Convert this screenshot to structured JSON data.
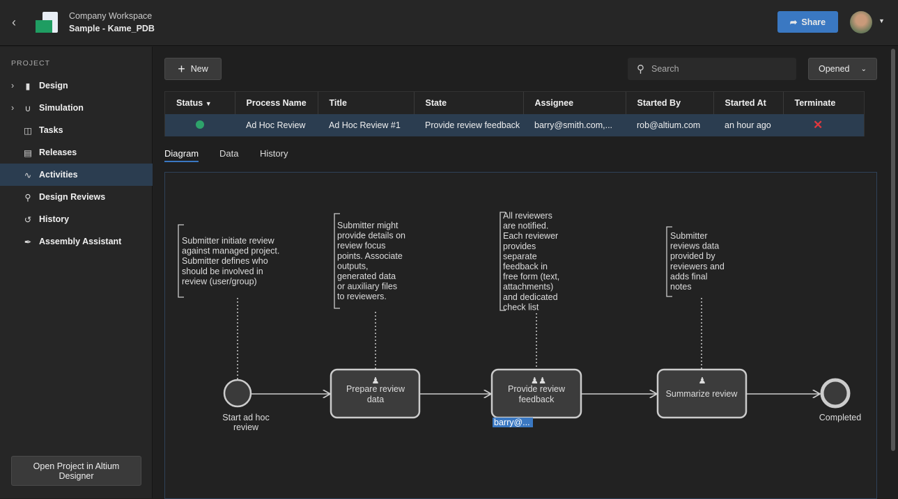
{
  "header": {
    "workspace": "Company Workspace",
    "project": "Sample - Kame_PDB",
    "share_label": "Share"
  },
  "sidebar": {
    "section": "PROJECT",
    "items": [
      {
        "label": "Design",
        "icon": "folder-icon"
      },
      {
        "label": "Simulation",
        "icon": "waveform-icon"
      },
      {
        "label": "Tasks",
        "icon": "tasks-icon"
      },
      {
        "label": "Releases",
        "icon": "releases-icon"
      },
      {
        "label": "Activities",
        "icon": "activity-icon",
        "active": true
      },
      {
        "label": "Design Reviews",
        "icon": "design-review-icon"
      },
      {
        "label": "History",
        "icon": "history-icon"
      },
      {
        "label": "Assembly Assistant",
        "icon": "assembly-icon"
      }
    ],
    "open_button": "Open Project in Altium Designer"
  },
  "toolbar": {
    "new_label": "New",
    "search_placeholder": "Search",
    "filter_value": "Opened"
  },
  "table": {
    "headers": [
      "Status",
      "Process Name",
      "Title",
      "State",
      "Assignee",
      "Started By",
      "Started At",
      "Terminate"
    ],
    "rows": [
      {
        "status": "active",
        "status_color": "#2ea36b",
        "process": "Ad Hoc Review",
        "title": "Ad Hoc Review #1",
        "state": "Provide review feedback",
        "assignee": "barry@smith.com,...",
        "started_by": "rob@altium.com",
        "started_at": "an hour ago"
      }
    ]
  },
  "tabs": [
    "Diagram",
    "Data",
    "History"
  ],
  "diagram": {
    "start_label": [
      "Start ad hoc",
      "review"
    ],
    "end_label": "Completed",
    "tasks": [
      {
        "label": [
          "Prepare review",
          "data"
        ]
      },
      {
        "label": [
          "Provide review",
          "feedback"
        ],
        "assignee": "barry@..."
      },
      {
        "label": [
          "Summarize review"
        ]
      }
    ],
    "notes": [
      [
        "Submitter initiate review",
        "against managed project.",
        "Submitter defines who",
        "should be involved in",
        "review (user/group)"
      ],
      [
        "Submitter might",
        "provide details on",
        "review focus",
        "points. Associate",
        "outputs,",
        "generated data",
        "or auxiliary files",
        "to reviewers."
      ],
      [
        "All reviewers",
        "are notified.",
        "Each reviewer",
        "provides",
        "separate",
        "feedback in",
        "free form (text,",
        "attachments)",
        "and dedicated",
        "check list"
      ],
      [
        "Submitter",
        "reviews data",
        "provided by",
        "reviewers and",
        "adds final",
        "notes"
      ]
    ]
  },
  "colors": {
    "accent": "#3a78c2",
    "active_nav": "#2b3d50",
    "terminate": "#e0383e"
  }
}
